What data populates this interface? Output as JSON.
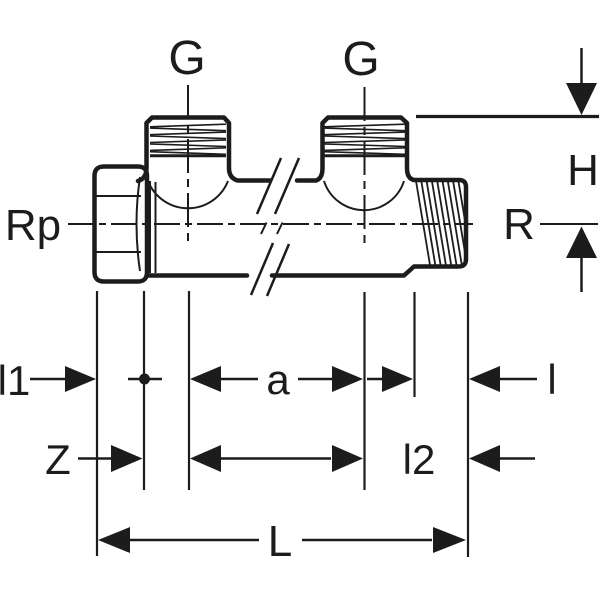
{
  "drawing": {
    "title": "Threaded two-port manifold fitting - dimensioned technical drawing",
    "labels": {
      "port1_thread": "G",
      "port2_thread": "G",
      "left_female_thread": "Rp",
      "right_male_thread": "R",
      "height": "H",
      "dim_l1": "l1",
      "dim_a": "a",
      "dim_l": "l",
      "dim_z": "Z",
      "dim_l2": "l2",
      "dim_total_length": "L"
    },
    "colors": {
      "ink": "#1c1c1c",
      "background": "#ffffff"
    }
  }
}
